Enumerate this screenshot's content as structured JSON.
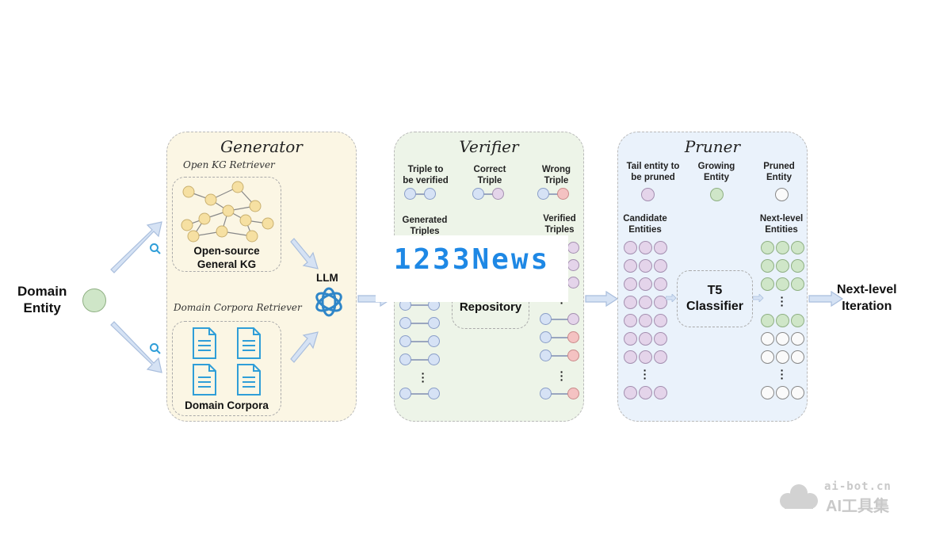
{
  "domain_entity": {
    "line1": "Domain",
    "line2": "Entity"
  },
  "generator": {
    "title": "Generator",
    "open_kg_retriever": "Open KG Retriever",
    "kg_label_1": "Open-source",
    "kg_label_2": "General KG",
    "domain_corpora_retriever": "Domain Corpora Retriever",
    "corpora_label": "Domain Corpora",
    "llm_label": "LLM"
  },
  "verifier": {
    "title": "Verifier",
    "legend": [
      {
        "line1": "Triple to",
        "line2": "be verified"
      },
      {
        "line1": "Correct",
        "line2": "Triple"
      },
      {
        "line1": "Wrong",
        "line2": "Triple"
      }
    ],
    "generated_triples_1": "Generated",
    "generated_triples_2": "Triples",
    "verified_triples_1": "Verified",
    "verified_triples_2": "Triples",
    "repository_label": "Repository"
  },
  "pruner": {
    "title": "Pruner",
    "legend": [
      {
        "line1": "Tail entity to",
        "line2": "be pruned"
      },
      {
        "line1": "Growing",
        "line2": "Entity"
      },
      {
        "line1": "Pruned",
        "line2": "Entity"
      }
    ],
    "candidate_1": "Candidate",
    "candidate_2": "Entities",
    "next_level_1": "Next-level",
    "next_level_2": "Entities",
    "classifier_1": "T5",
    "classifier_2": "Classifier"
  },
  "output": {
    "line1": "Next-level",
    "line2": "Iteration"
  },
  "overlay_banner": "1233News",
  "watermark": {
    "line1": "ai-bot.cn",
    "line2": "AI工具集"
  },
  "colors": {
    "generator_bg": "#fbf6e4",
    "verifier_bg": "#edf4e8",
    "pruner_bg": "#eaf2fb",
    "accent_blue": "#1e88e5",
    "llm_icon": "#2f86c8"
  },
  "icons": [
    "search-icon",
    "document-icon",
    "llm-logo-icon",
    "arrow-right-icon"
  ]
}
